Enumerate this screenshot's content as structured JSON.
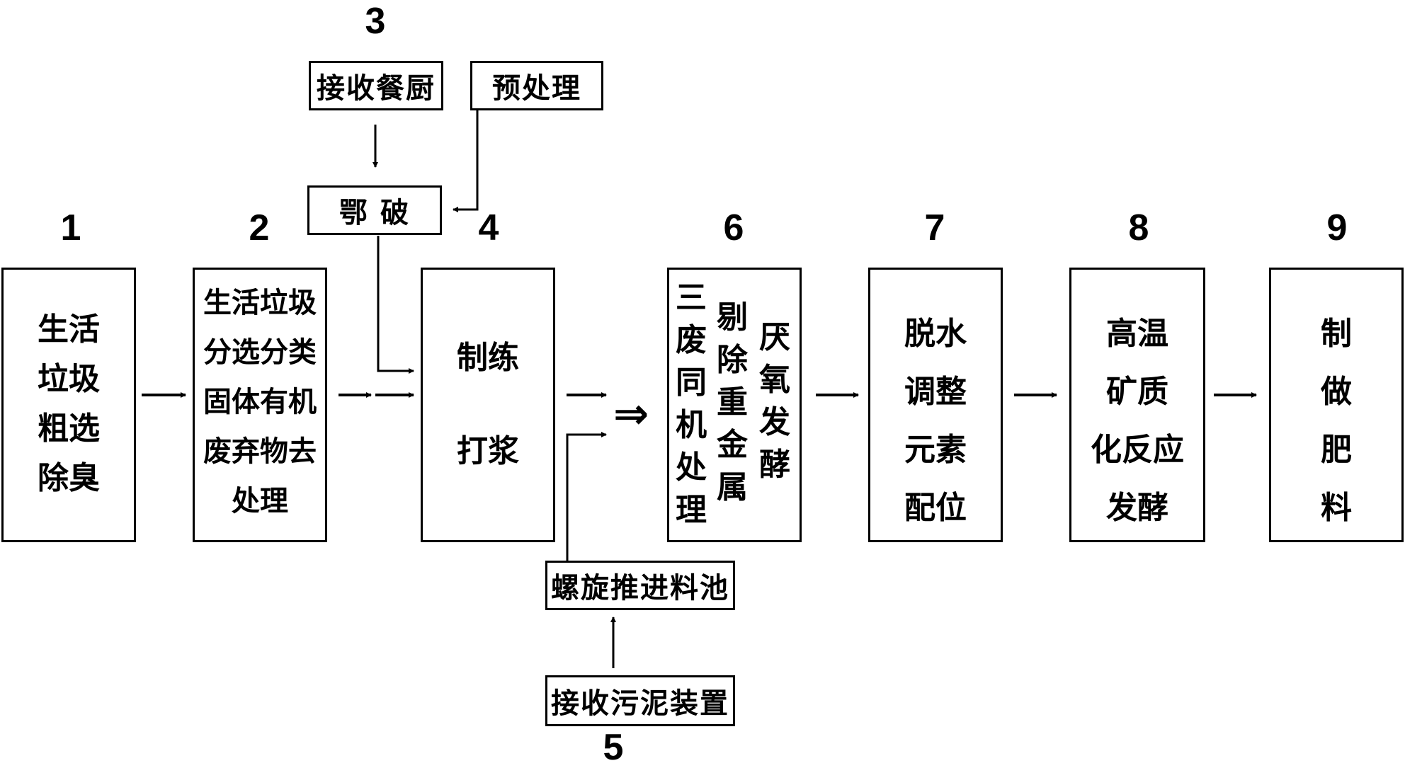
{
  "step_numbers": [
    "1",
    "2",
    "3",
    "4",
    "5",
    "6",
    "7",
    "8",
    "9"
  ],
  "boxes": {
    "b1": "生活\n垃圾\n粗选\n除臭",
    "b2": "生活垃圾\n分选分类\n固体有机\n废弃物去\n处理",
    "b4_top": "制练",
    "b4_bottom": "打浆",
    "b6_col1": "三\n废\n同\n机\n处\n理",
    "b6_col2": "剔\n除\n重\n金\n属",
    "b6_col3": "厌\n氧\n发\n酵",
    "b7": "脱水\n调整\n元素\n配位",
    "b8": "高温\n矿质\n化反应\n发酵",
    "b9": "制\n做\n肥\n料"
  },
  "small_boxes": {
    "receive_kitchen": "接收餐厨",
    "pretreatment": "预处理",
    "crushing": "鄂 破",
    "screw_pool": "螺旋推进料池",
    "receive_sludge": "接收污泥装置"
  },
  "merge_symbol": "⇒"
}
